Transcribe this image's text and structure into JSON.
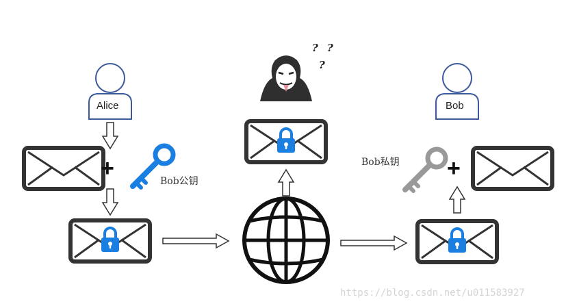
{
  "people": {
    "alice": {
      "name": "Alice",
      "outline_color": "#3c5a9a"
    },
    "bob": {
      "name": "Bob",
      "outline_color": "#3c5a9a"
    }
  },
  "keys": {
    "public_key": {
      "label": "Bob公钥",
      "color": "#1a7fe0",
      "icon": "key-icon"
    },
    "private_key": {
      "label": "Bob私钥",
      "color": "#999999",
      "icon": "key-icon"
    }
  },
  "operators": {
    "plus": "+"
  },
  "attacker": {
    "icon": "hacker-icon",
    "question_marks": [
      "?",
      "?",
      "?"
    ]
  },
  "network": {
    "icon": "globe-icon"
  },
  "envelope": {
    "icon": "envelope-icon",
    "lock_color": "#1a7fe0"
  },
  "watermark": "https://blog.csdn.net/u011583927"
}
